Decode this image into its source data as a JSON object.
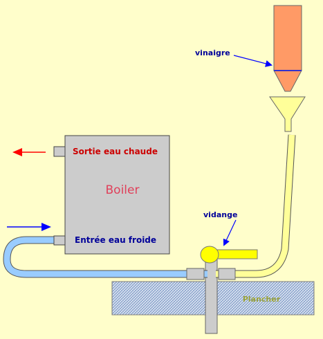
{
  "labels": {
    "vinaigre": "vinaigre",
    "sortie": "Sortie eau chaude",
    "boiler": "Boiler",
    "vidange": "vidange",
    "entree": "Entrée eau froide",
    "plancher": "Plancher"
  },
  "colors": {
    "background": "#fffecb",
    "boiler_fill": "#cccccc",
    "vinegar_tank": "#ff9a66",
    "funnel": "#ffff99",
    "cold_pipe": "#99ccff",
    "valve": "#ffff00",
    "hot_arrow": "#ff0000",
    "cold_arrow": "#0000ff",
    "sortie_text": "#cc0000",
    "entree_text": "#000099",
    "boiler_text": "#e0405a",
    "floor_pattern": "#7aa0c8"
  },
  "icons": {
    "hot_water_arrow": "arrow-left-icon",
    "cold_water_arrow": "arrow-right-icon",
    "vinaigre_pointer": "arrow-pointer-icon",
    "vidange_pointer": "arrow-pointer-icon"
  }
}
